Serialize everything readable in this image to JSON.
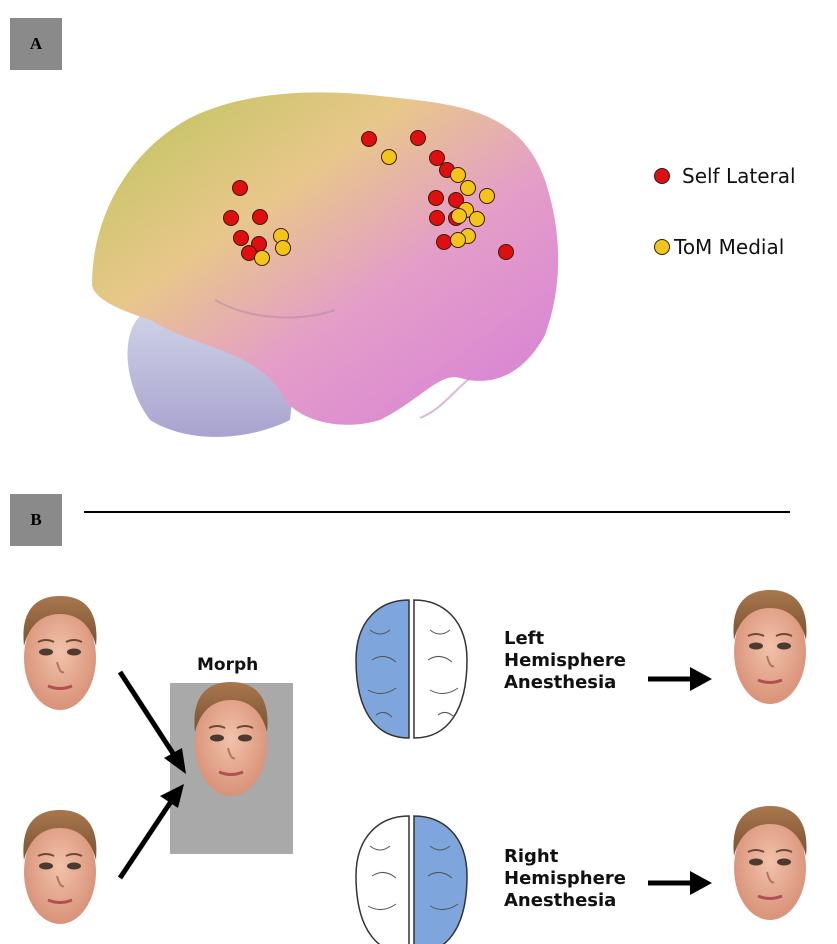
{
  "panel_a": {
    "label": "A",
    "legend": [
      {
        "name": "Self Lateral",
        "color": "#e00f0f"
      },
      {
        "name": "ToM Medial",
        "color": "#f3c51c"
      }
    ],
    "colors": {
      "self": "#e00f0f",
      "tom": "#f3c51c"
    }
  },
  "panel_b": {
    "label": "B",
    "morph_label": "Morph",
    "conditions": [
      {
        "line1": "Left",
        "line2": "Hemisphere",
        "line3": "Anesthesia",
        "shaded": "left"
      },
      {
        "line1": "Right",
        "line2": "Hemisphere",
        "line3": "Anesthesia",
        "shaded": "right"
      }
    ],
    "colors": {
      "shaded_hemisphere": "#7ea6dc",
      "morph_box": "#a9a9a9"
    }
  }
}
